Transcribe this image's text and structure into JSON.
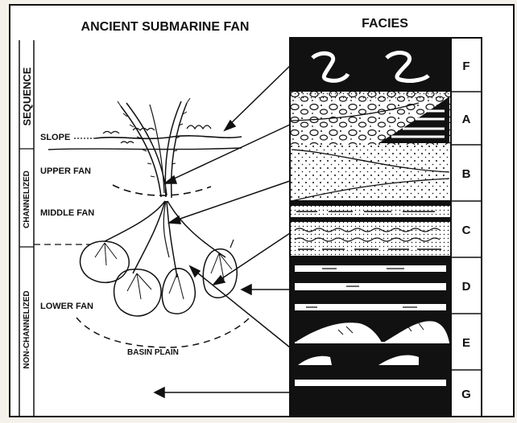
{
  "title": "ANCIENT SUBMARINE FAN",
  "facies_title": "FACIES",
  "sequence_labels": {
    "sequence": "SEQUENCE",
    "channelized": "CHANNELIZED",
    "non_channelized": "NON-CHANNELIZED"
  },
  "zone_labels": {
    "slope": "SLOPE",
    "upper_fan": "UPPER FAN",
    "middle_fan": "MIDDLE FAN",
    "lower_fan": "LOWER FAN",
    "basin_plain": "BASIN PLAIN"
  },
  "facies": [
    "F",
    "A",
    "B",
    "C",
    "D",
    "E",
    "G"
  ],
  "colors": {
    "ink": "#111111",
    "paper": "#ffffff",
    "page": "#f4f1ea"
  }
}
